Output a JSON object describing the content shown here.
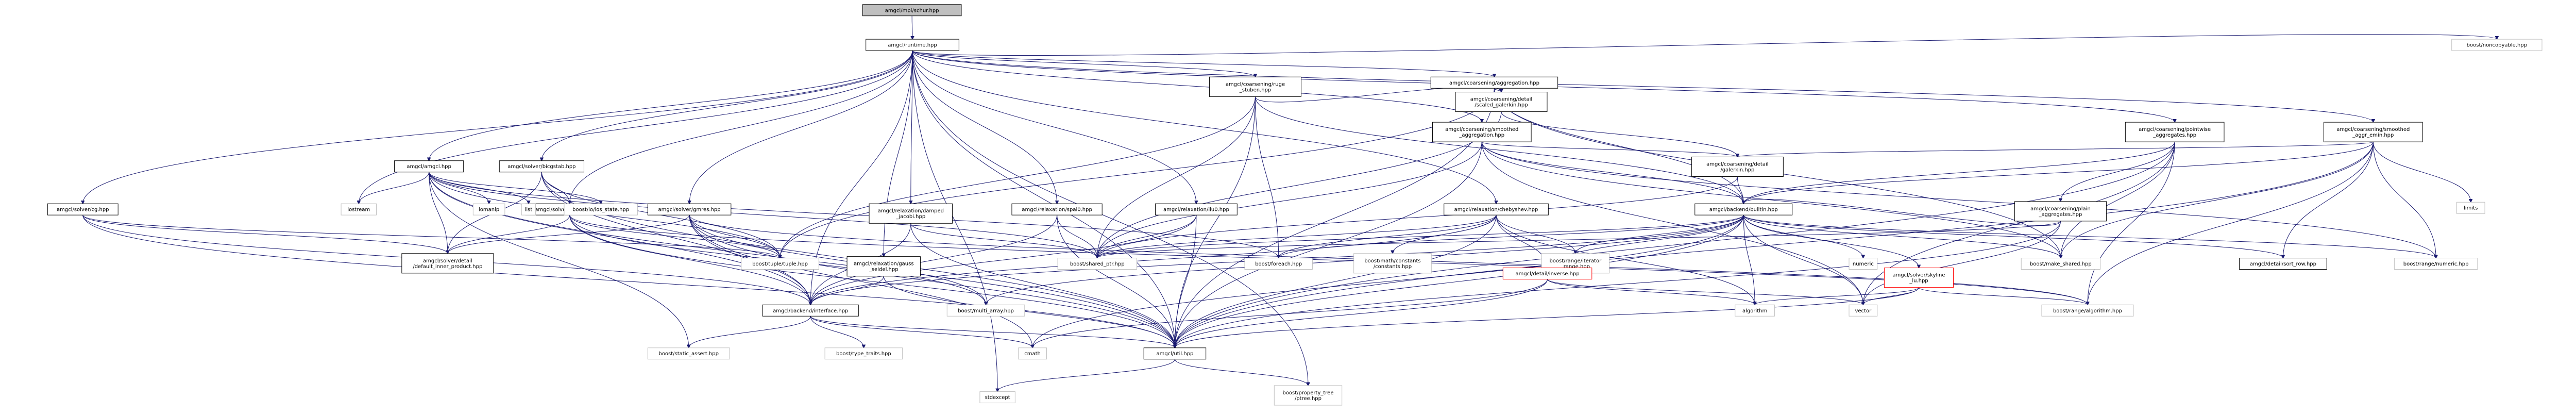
{
  "diagram": {
    "title": "",
    "nodes": [
      {
        "id": "sched",
        "lines": [
          "amgcl/mpi/schur.hpp"
        ],
        "style": "root"
      },
      {
        "id": "runtime",
        "lines": [
          "amgcl/runtime.hpp"
        ],
        "style": "internal"
      },
      {
        "id": "cvg_aggr",
        "lines": [
          "amgcl/coarsening/aggregation.hpp"
        ],
        "style": "internal"
      },
      {
        "id": "cvg_ruge",
        "lines": [
          "amgcl/coarsening/ruge",
          "_stuben.hpp"
        ],
        "style": "internal"
      },
      {
        "id": "cvg_smooth_aggr",
        "lines": [
          "amgcl/coarsening/smoothed",
          "_aggregation.hpp"
        ],
        "style": "internal"
      },
      {
        "id": "cvg_pw",
        "lines": [
          "amgcl/coarsening/pointwise",
          "_aggregates.hpp"
        ],
        "style": "internal"
      },
      {
        "id": "cvg_emin",
        "lines": [
          "amgcl/coarsening/smoothed",
          "_aggr_emin.hpp"
        ],
        "style": "internal"
      },
      {
        "id": "cvg_scaled_galerkin",
        "lines": [
          "amgcl/coarsening/detail",
          "/scaled_galerkin.hpp"
        ],
        "style": "internal"
      },
      {
        "id": "cvg_galerkin",
        "lines": [
          "amgcl/coarsening/detail",
          "/galerkin.hpp"
        ],
        "style": "internal"
      },
      {
        "id": "cvg_plain",
        "lines": [
          "amgcl/coarsening/plain",
          "_aggregates.hpp"
        ],
        "style": "internal"
      },
      {
        "id": "noncopyable",
        "lines": [
          "boost/noncopyable.hpp"
        ],
        "style": "external"
      },
      {
        "id": "amgcl",
        "lines": [
          "amgcl/amgcl.hpp"
        ],
        "style": "internal"
      },
      {
        "id": "gmres",
        "lines": [
          "amgcl/solver/gmres.hpp"
        ],
        "style": "internal"
      },
      {
        "id": "bicgstab",
        "lines": [
          "amgcl/solver/bicgstab.hpp"
        ],
        "style": "internal"
      },
      {
        "id": "bicgstabl",
        "lines": [
          "amgcl/solver/bicgstabl.hpp"
        ],
        "style": "internal"
      },
      {
        "id": "cg",
        "lines": [
          "amgcl/solver/cg.hpp"
        ],
        "style": "internal"
      },
      {
        "id": "damped",
        "lines": [
          "amgcl/relaxation/damped",
          "_jacobi.hpp"
        ],
        "style": "internal"
      },
      {
        "id": "spai0",
        "lines": [
          "amgcl/relaxation/spai0.hpp"
        ],
        "style": "internal"
      },
      {
        "id": "ilu0",
        "lines": [
          "amgcl/relaxation/ilu0.hpp"
        ],
        "style": "internal"
      },
      {
        "id": "cheb",
        "lines": [
          "amgcl/relaxation/chebyshev.hpp"
        ],
        "style": "internal"
      },
      {
        "id": "gauss",
        "lines": [
          "amgcl/relaxation/gauss",
          "_seidel.hpp"
        ],
        "style": "internal"
      },
      {
        "id": "builtin",
        "lines": [
          "amgcl/backend/builtin.hpp"
        ],
        "style": "internal"
      },
      {
        "id": "iostream",
        "lines": [
          "iostream"
        ],
        "style": "external"
      },
      {
        "id": "iomanip",
        "lines": [
          "iomanip"
        ],
        "style": "external"
      },
      {
        "id": "list",
        "lines": [
          "list"
        ],
        "style": "external"
      },
      {
        "id": "io_state",
        "lines": [
          "boost/io/ios_state.hpp"
        ],
        "style": "external"
      },
      {
        "id": "limits",
        "lines": [
          "limits"
        ],
        "style": "external"
      },
      {
        "id": "inner_product",
        "lines": [
          "amgcl/solver/detail",
          "/default_inner_product.hpp"
        ],
        "style": "internal"
      },
      {
        "id": "tuple",
        "lines": [
          "boost/tuple/tuple.hpp"
        ],
        "style": "external"
      },
      {
        "id": "shared_ptr",
        "lines": [
          "boost/shared_ptr.hpp"
        ],
        "style": "external"
      },
      {
        "id": "foreach",
        "lines": [
          "boost/foreach.hpp"
        ],
        "style": "external"
      },
      {
        "id": "math_constants",
        "lines": [
          "boost/math/constants",
          "/constants.hpp"
        ],
        "style": "external"
      },
      {
        "id": "range_iterator",
        "lines": [
          "boost/range/iterator",
          "_range.hpp"
        ],
        "style": "external"
      },
      {
        "id": "inverse",
        "lines": [
          "amgcl/detail/inverse.hpp"
        ],
        "style": "red"
      },
      {
        "id": "skyline",
        "lines": [
          "amgcl/solver/skyline",
          "_lu.hpp"
        ],
        "style": "red"
      },
      {
        "id": "numeric_h",
        "lines": [
          "numeric"
        ],
        "style": "external"
      },
      {
        "id": "make_shared",
        "lines": [
          "boost/make_shared.hpp"
        ],
        "style": "external"
      },
      {
        "id": "sort_row",
        "lines": [
          "amgcl/detail/sort_row.hpp"
        ],
        "style": "internal"
      },
      {
        "id": "range_numeric",
        "lines": [
          "boost/range/numeric.hpp"
        ],
        "style": "external"
      },
      {
        "id": "interface",
        "lines": [
          "amgcl/backend/interface.hpp"
        ],
        "style": "internal"
      },
      {
        "id": "multi_array",
        "lines": [
          "boost/multi_array.hpp"
        ],
        "style": "external"
      },
      {
        "id": "algorithm",
        "lines": [
          "algorithm"
        ],
        "style": "external"
      },
      {
        "id": "vector",
        "lines": [
          "vector"
        ],
        "style": "external"
      },
      {
        "id": "range_algorithm",
        "lines": [
          "boost/range/algorithm.hpp"
        ],
        "style": "external"
      },
      {
        "id": "static_assert",
        "lines": [
          "boost/static_assert.hpp"
        ],
        "style": "external"
      },
      {
        "id": "type_traits",
        "lines": [
          "boost/type_traits.hpp"
        ],
        "style": "external"
      },
      {
        "id": "cmath",
        "lines": [
          "cmath"
        ],
        "style": "external"
      },
      {
        "id": "util",
        "lines": [
          "amgcl/util.hpp"
        ],
        "style": "internal"
      },
      {
        "id": "stdexcept",
        "lines": [
          "stdexcept"
        ],
        "style": "external"
      },
      {
        "id": "ptree",
        "lines": [
          "boost/property_tree",
          "/ptree.hpp"
        ],
        "style": "external"
      }
    ],
    "edges": [
      [
        "sched",
        "runtime"
      ],
      [
        "runtime",
        "cvg_ruge"
      ],
      [
        "runtime",
        "cvg_aggr"
      ],
      [
        "runtime",
        "cvg_smooth_aggr"
      ],
      [
        "runtime",
        "cvg_pw"
      ],
      [
        "runtime",
        "cvg_emin"
      ],
      [
        "runtime",
        "noncopyable"
      ],
      [
        "runtime",
        "amgcl"
      ],
      [
        "runtime",
        "bicgstab"
      ],
      [
        "runtime",
        "gmres"
      ],
      [
        "runtime",
        "cg"
      ],
      [
        "runtime",
        "bicgstabl"
      ],
      [
        "runtime",
        "damped"
      ],
      [
        "runtime",
        "spai0"
      ],
      [
        "runtime",
        "ilu0"
      ],
      [
        "runtime",
        "cheb"
      ],
      [
        "runtime",
        "gauss"
      ],
      [
        "runtime",
        "iostream"
      ],
      [
        "runtime",
        "interface"
      ],
      [
        "runtime",
        "util"
      ],
      [
        "runtime",
        "stdexcept"
      ],
      [
        "runtime",
        "ptree"
      ],
      [
        "cvg_ruge",
        "cvg_scaled_galerkin"
      ],
      [
        "cvg_ruge",
        "builtin"
      ],
      [
        "cvg_ruge",
        "shared_ptr"
      ],
      [
        "cvg_ruge",
        "foreach"
      ],
      [
        "cvg_ruge",
        "util"
      ],
      [
        "cvg_ruge",
        "tuple"
      ],
      [
        "cvg_aggr",
        "cvg_scaled_galerkin"
      ],
      [
        "cvg_aggr",
        "builtin"
      ],
      [
        "cvg_aggr",
        "make_shared"
      ],
      [
        "cvg_aggr",
        "tuple"
      ],
      [
        "cvg_aggr",
        "util"
      ],
      [
        "cvg_scaled_galerkin",
        "cvg_galerkin"
      ],
      [
        "cvg_scaled_galerkin",
        "shared_ptr"
      ],
      [
        "cvg_smooth_aggr",
        "cvg_galerkin"
      ],
      [
        "cvg_smooth_aggr",
        "builtin"
      ],
      [
        "cvg_smooth_aggr",
        "make_shared"
      ],
      [
        "cvg_smooth_aggr",
        "shared_ptr"
      ],
      [
        "cvg_smooth_aggr",
        "range_numeric"
      ],
      [
        "cvg_smooth_aggr",
        "util"
      ],
      [
        "cvg_smooth_aggr",
        "vector"
      ],
      [
        "cvg_pw",
        "cvg_plain"
      ],
      [
        "cvg_pw",
        "builtin"
      ],
      [
        "cvg_pw",
        "range_algorithm"
      ],
      [
        "cvg_pw",
        "util"
      ],
      [
        "cvg_pw",
        "vector"
      ],
      [
        "cvg_pw",
        "make_shared"
      ],
      [
        "cvg_emin",
        "cvg_galerkin"
      ],
      [
        "cvg_emin",
        "builtin"
      ],
      [
        "cvg_emin",
        "limits"
      ],
      [
        "cvg_emin",
        "sort_row"
      ],
      [
        "cvg_emin",
        "range_numeric"
      ],
      [
        "cvg_emin",
        "util"
      ],
      [
        "cvg_emin",
        "make_shared"
      ],
      [
        "cvg_emin",
        "range_algorithm"
      ],
      [
        "cvg_galerkin",
        "builtin"
      ],
      [
        "cvg_galerkin",
        "shared_ptr"
      ],
      [
        "cvg_plain",
        "builtin"
      ],
      [
        "cvg_plain",
        "util"
      ],
      [
        "cvg_plain",
        "shared_ptr"
      ],
      [
        "cvg_plain",
        "vector"
      ],
      [
        "amgcl",
        "iostream"
      ],
      [
        "amgcl",
        "iomanip"
      ],
      [
        "amgcl",
        "list"
      ],
      [
        "amgcl",
        "io_state"
      ],
      [
        "amgcl",
        "tuple"
      ],
      [
        "amgcl",
        "shared_ptr"
      ],
      [
        "amgcl",
        "foreach"
      ],
      [
        "amgcl",
        "interface"
      ],
      [
        "amgcl",
        "util"
      ],
      [
        "amgcl",
        "static_assert"
      ],
      [
        "amgcl",
        "inner_product"
      ],
      [
        "bicgstab",
        "inner_product"
      ],
      [
        "bicgstab",
        "bicgstabl"
      ],
      [
        "bicgstab",
        "interface"
      ],
      [
        "bicgstab",
        "util"
      ],
      [
        "bicgstab",
        "tuple"
      ],
      [
        "bicgstabl",
        "inner_product"
      ],
      [
        "bicgstabl",
        "interface"
      ],
      [
        "bicgstabl",
        "util"
      ],
      [
        "bicgstabl",
        "tuple"
      ],
      [
        "bicgstabl",
        "multi_array"
      ],
      [
        "bicgstabl",
        "range_algorithm"
      ],
      [
        "gmres",
        "interface"
      ],
      [
        "gmres",
        "util"
      ],
      [
        "gmres",
        "tuple"
      ],
      [
        "gmres",
        "cmath"
      ],
      [
        "gmres",
        "multi_array"
      ],
      [
        "gmres",
        "inner_product"
      ],
      [
        "gmres",
        "range_algorithm"
      ],
      [
        "cg",
        "inner_product"
      ],
      [
        "cg",
        "interface"
      ],
      [
        "cg",
        "util"
      ],
      [
        "cg",
        "tuple"
      ],
      [
        "damped",
        "interface"
      ],
      [
        "damped",
        "util"
      ],
      [
        "damped",
        "shared_ptr"
      ],
      [
        "spai0",
        "interface"
      ],
      [
        "spai0",
        "util"
      ],
      [
        "spai0",
        "shared_ptr"
      ],
      [
        "ilu0",
        "interface"
      ],
      [
        "ilu0",
        "util"
      ],
      [
        "ilu0",
        "shared_ptr"
      ],
      [
        "cheb",
        "interface"
      ],
      [
        "cheb",
        "util"
      ],
      [
        "cheb",
        "shared_ptr"
      ],
      [
        "cheb",
        "foreach"
      ],
      [
        "cheb",
        "math_constants"
      ],
      [
        "cheb",
        "range_iterator"
      ],
      [
        "cheb",
        "inverse"
      ],
      [
        "cheb",
        "algorithm"
      ],
      [
        "gauss",
        "interface"
      ],
      [
        "gauss",
        "util"
      ],
      [
        "builtin",
        "shared_ptr"
      ],
      [
        "builtin",
        "foreach"
      ],
      [
        "builtin",
        "range_iterator"
      ],
      [
        "builtin",
        "inverse"
      ],
      [
        "builtin",
        "skyline"
      ],
      [
        "builtin",
        "numeric_h"
      ],
      [
        "builtin",
        "make_shared"
      ],
      [
        "builtin",
        "sort_row"
      ],
      [
        "builtin",
        "range_numeric"
      ],
      [
        "builtin",
        "interface"
      ],
      [
        "builtin",
        "multi_array"
      ],
      [
        "builtin",
        "algorithm"
      ],
      [
        "builtin",
        "vector"
      ],
      [
        "builtin",
        "util"
      ],
      [
        "builtin",
        "cmath"
      ],
      [
        "inverse",
        "algorithm"
      ],
      [
        "inverse",
        "vector"
      ],
      [
        "inverse",
        "util"
      ],
      [
        "inverse",
        "cmath"
      ],
      [
        "skyline",
        "vector"
      ],
      [
        "skyline",
        "algorithm"
      ],
      [
        "skyline",
        "util"
      ],
      [
        "skyline",
        "range_algorithm"
      ],
      [
        "interface",
        "static_assert"
      ],
      [
        "interface",
        "type_traits"
      ],
      [
        "interface",
        "cmath"
      ],
      [
        "interface",
        "util"
      ],
      [
        "util",
        "stdexcept"
      ],
      [
        "util",
        "ptree"
      ]
    ]
  }
}
